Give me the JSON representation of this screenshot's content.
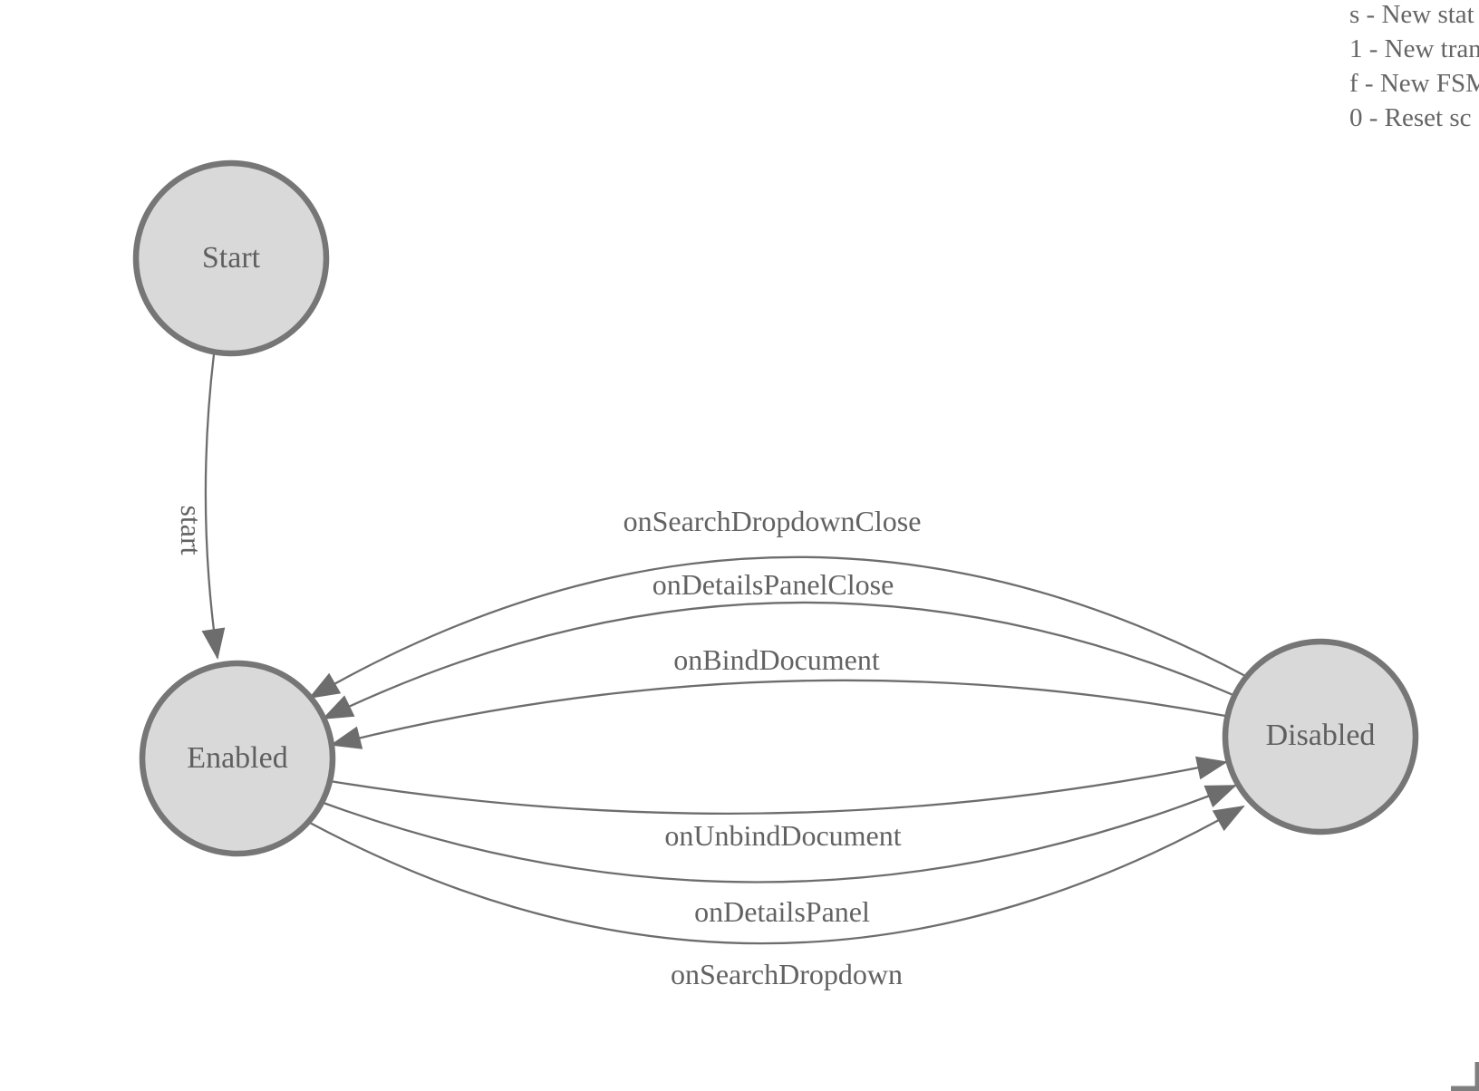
{
  "app": {
    "background": "#ffffff"
  },
  "legend": {
    "lines": [
      "s - New stat",
      "1 - New tran",
      "f - New FSM",
      "0 - Reset sc"
    ]
  },
  "diagram": {
    "type": "finite-state-machine",
    "states": [
      {
        "name": "Start"
      },
      {
        "name": "Enabled"
      },
      {
        "name": "Disabled"
      }
    ],
    "transitions": [
      {
        "from": "Start",
        "to": "Enabled",
        "label": "start"
      },
      {
        "from": "Disabled",
        "to": "Enabled",
        "label": "onSearchDropdownClose"
      },
      {
        "from": "Disabled",
        "to": "Enabled",
        "label": "onDetailsPanelClose"
      },
      {
        "from": "Disabled",
        "to": "Enabled",
        "label": "onBindDocument"
      },
      {
        "from": "Enabled",
        "to": "Disabled",
        "label": "onUnbindDocument"
      },
      {
        "from": "Enabled",
        "to": "Disabled",
        "label": "onDetailsPanel"
      },
      {
        "from": "Enabled",
        "to": "Disabled",
        "label": "onSearchDropdown"
      }
    ],
    "colors": {
      "node_fill": "#d9d9d9",
      "node_stroke": "#767676",
      "edge_stroke": "#6d6d6d",
      "label_text": "#626262"
    }
  }
}
